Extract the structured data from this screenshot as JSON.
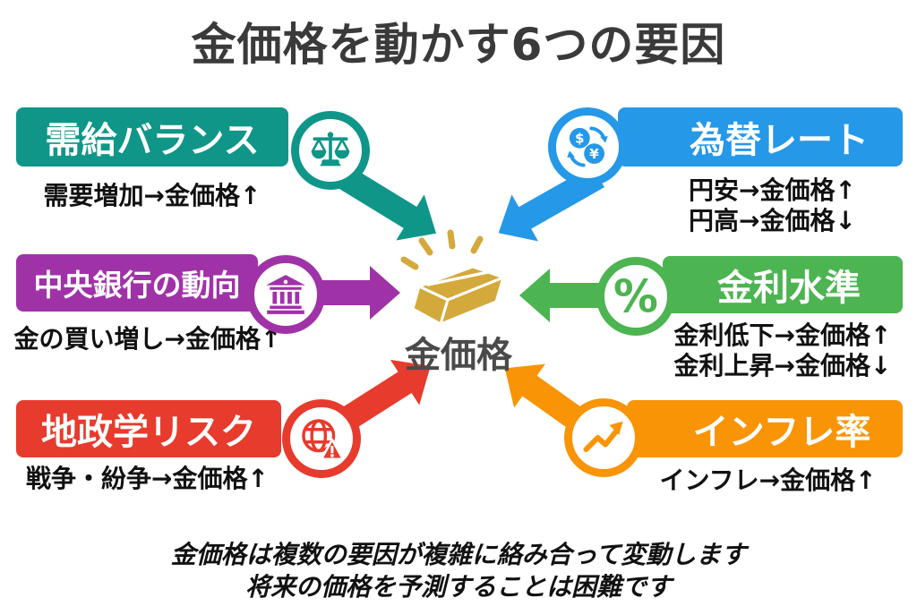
{
  "title": "金価格を動かす6つの要因",
  "center": {
    "label": "金価格",
    "icon": "gold-bar-icon",
    "gold_color": "#d4a93c"
  },
  "factors": [
    {
      "id": "supply-demand",
      "position": "top-left",
      "label": "需給バランス",
      "icon": "balance-scale-icon",
      "color": "#0f9689",
      "notes": [
        "需要増加→金価格↑"
      ]
    },
    {
      "id": "exchange-rate",
      "position": "top-right",
      "label": "為替レート",
      "icon": "currency-exchange-icon",
      "color": "#2598e8",
      "notes": [
        "円安→金価格↑",
        "円高→金価格↓"
      ]
    },
    {
      "id": "central-bank",
      "position": "middle-left",
      "label": "中央銀行の動向",
      "icon": "bank-icon",
      "color": "#a032a8",
      "notes": [
        "金の買い増し→金価格↑"
      ]
    },
    {
      "id": "interest-rate",
      "position": "middle-right",
      "label": "金利水準",
      "icon": "percent-icon",
      "color": "#4cb450",
      "notes": [
        "金利低下→金価格↑",
        "金利上昇→金価格↓"
      ]
    },
    {
      "id": "geopolitical-risk",
      "position": "bottom-left",
      "label": "地政学リスク",
      "icon": "globe-alert-icon",
      "color": "#e73b2d",
      "notes": [
        "戦争・紛争→金価格↑"
      ]
    },
    {
      "id": "inflation",
      "position": "bottom-right",
      "label": "インフレ率",
      "icon": "trend-up-icon",
      "color": "#f89406",
      "notes": [
        "インフレ→金価格↑"
      ]
    }
  ],
  "footer": {
    "line1": "金価格は複数の要因が複雑に絡み合って変動します",
    "line2": "将来の価格を予測することは困難です"
  }
}
